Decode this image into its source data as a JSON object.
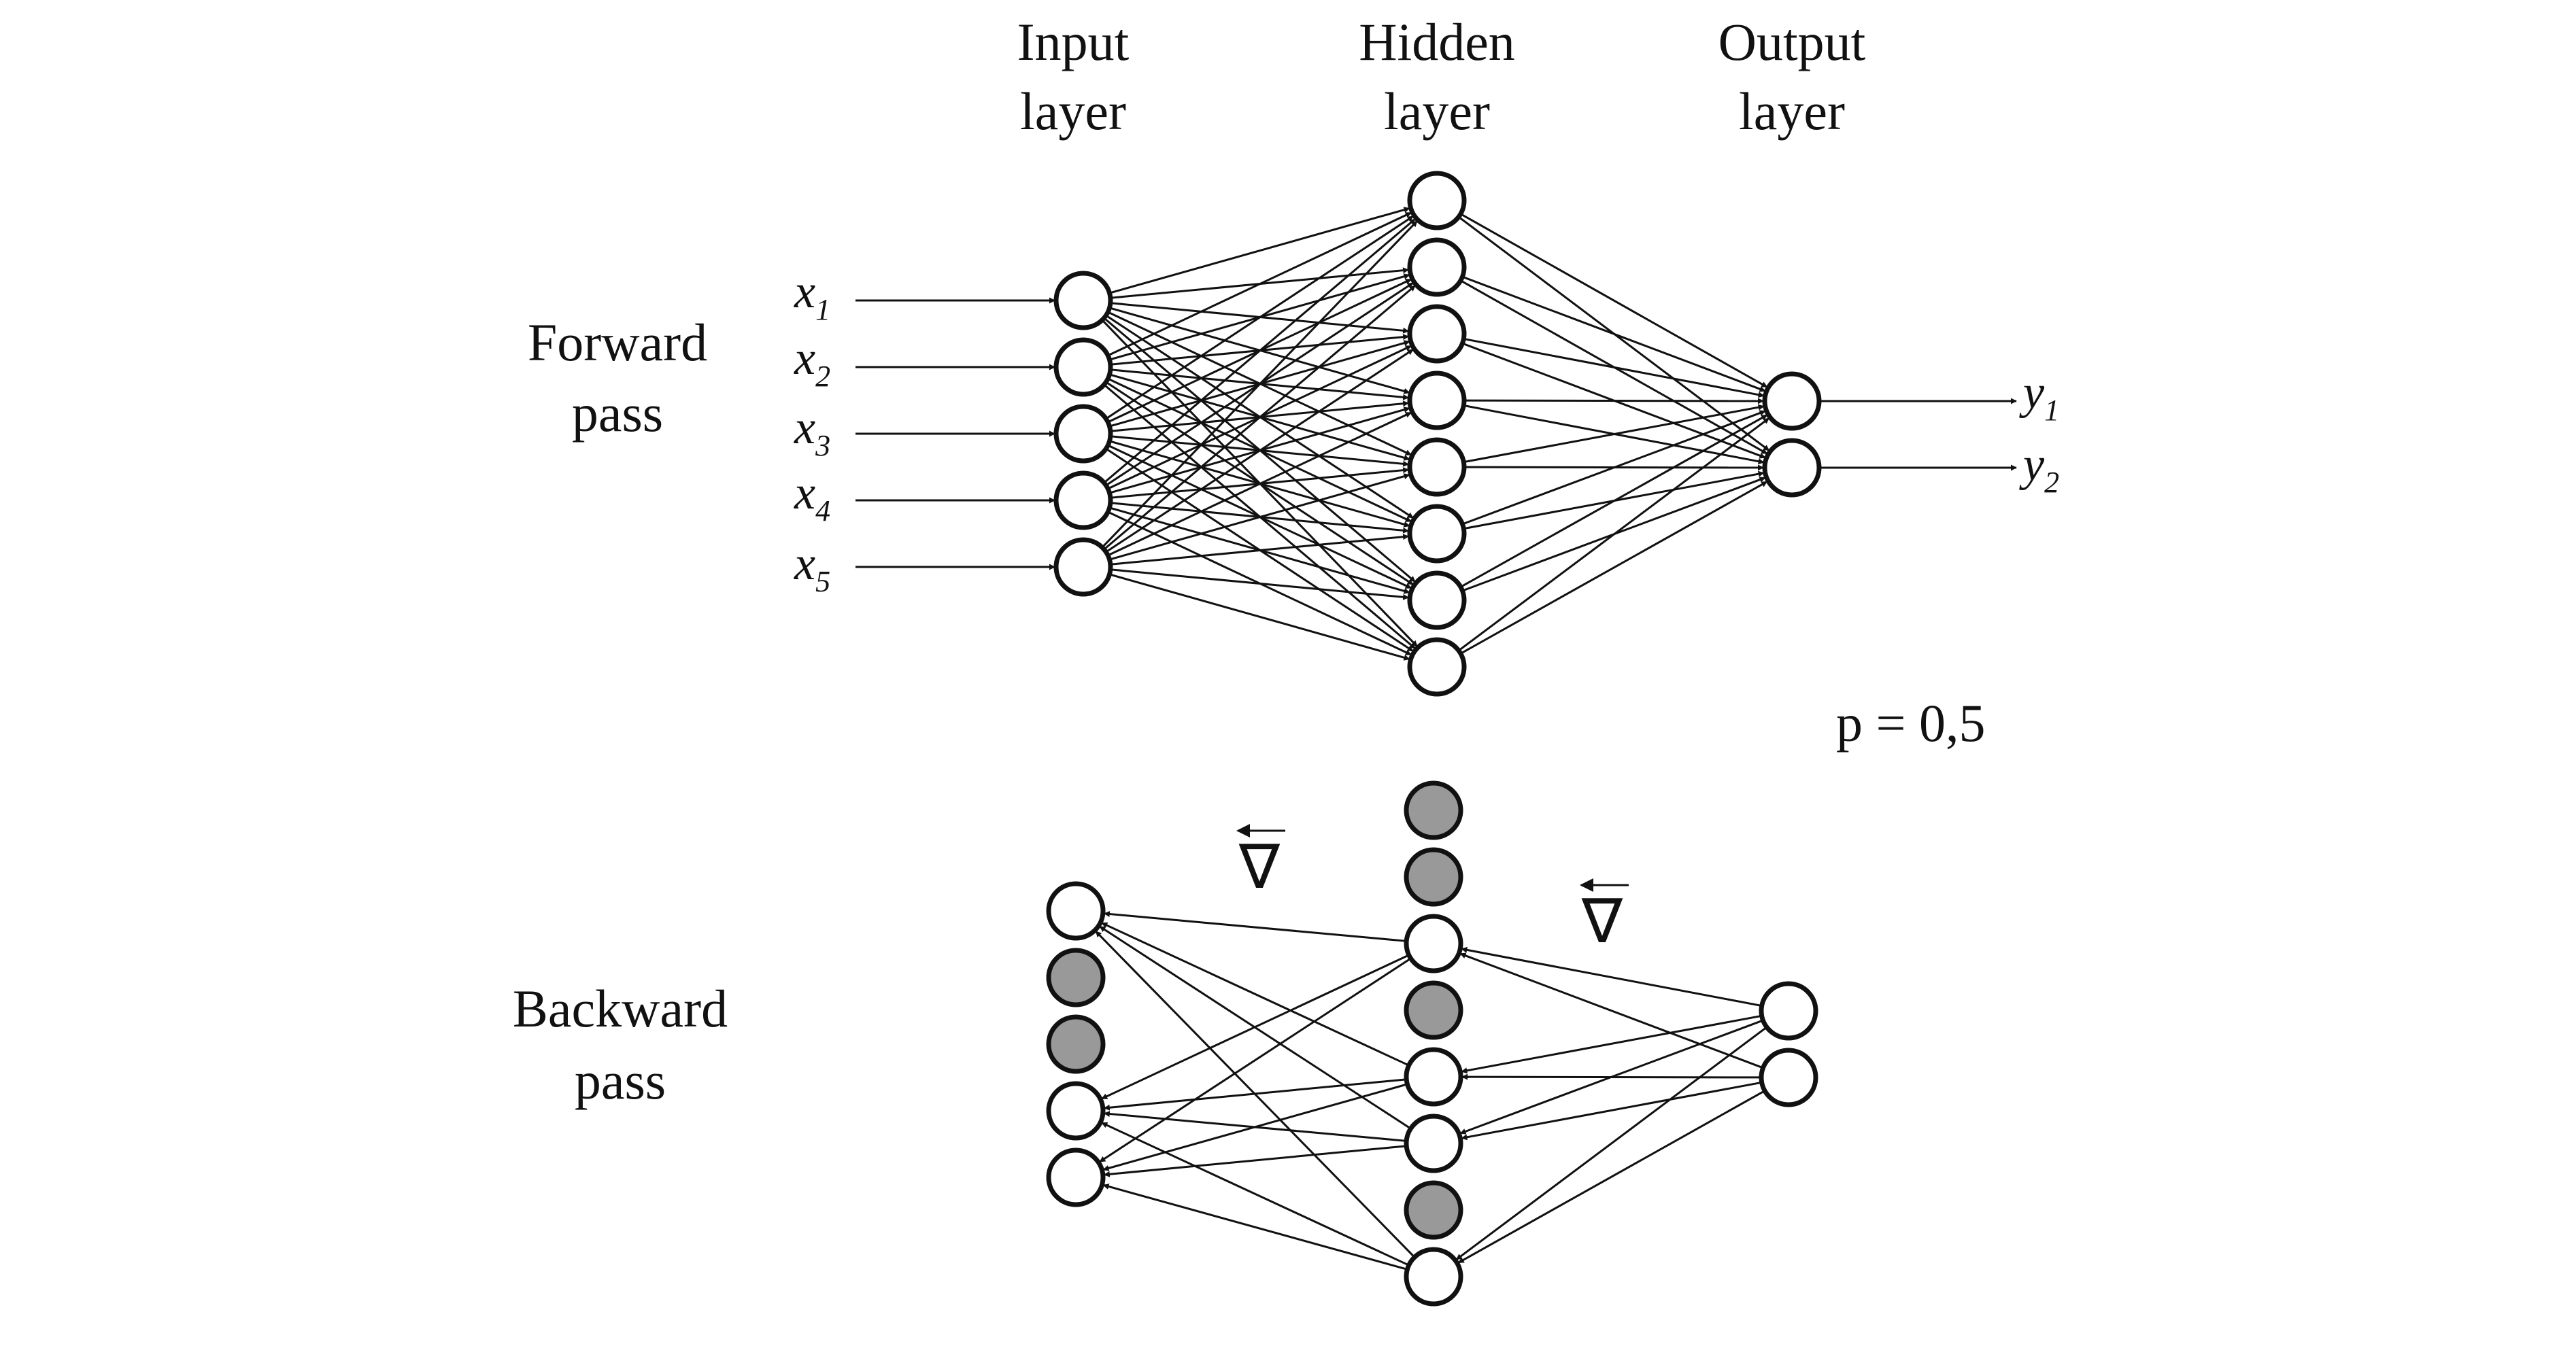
{
  "labels": {
    "input_layer": [
      "Input",
      "layer"
    ],
    "hidden_layer": [
      "Hidden",
      "layer"
    ],
    "output_layer": [
      "Output",
      "layer"
    ],
    "forward_pass": [
      "Forward",
      "pass"
    ],
    "backward_pass": [
      "Backward",
      "pass"
    ],
    "dropout": "p = 0,5",
    "gradient_symbol": "∇"
  },
  "inputs": [
    {
      "base": "x",
      "sub": "1"
    },
    {
      "base": "x",
      "sub": "2"
    },
    {
      "base": "x",
      "sub": "3"
    },
    {
      "base": "x",
      "sub": "4"
    },
    {
      "base": "x",
      "sub": "5"
    }
  ],
  "outputs": [
    {
      "base": "y",
      "sub": "1"
    },
    {
      "base": "y",
      "sub": "2"
    }
  ],
  "forward_network": {
    "input_nodes": 5,
    "hidden_nodes": 8,
    "output_nodes": 2
  },
  "backward_network": {
    "input_dropped": [
      false,
      true,
      true,
      false,
      false
    ],
    "hidden_dropped": [
      true,
      true,
      false,
      true,
      false,
      false,
      true,
      false
    ],
    "output_nodes": 2
  },
  "colors": {
    "active_node_fill": "#ffffff",
    "dropped_node_fill": "#999999",
    "stroke": "#111111"
  }
}
